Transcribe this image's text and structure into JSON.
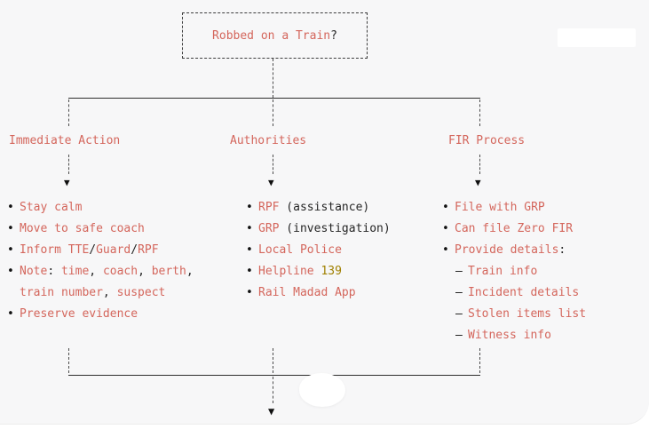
{
  "canvas": {
    "background": "#f7f7f8",
    "line_color": "#2e2e2e",
    "accent_red": "#d4665c",
    "accent_number": "#a08000",
    "text_dark": "#262626"
  },
  "icons": {
    "arrow_down": "▼"
  },
  "markers": {
    "bullet": "•",
    "dash": "–"
  },
  "decision": {
    "text": "Robbed on a Train",
    "punctuation": "?"
  },
  "branches": [
    {
      "id": "immediate-action",
      "label": "Immediate Action",
      "items": [
        {
          "marker": "bullet",
          "segments": [
            {
              "t": "Stay calm",
              "c": "red"
            }
          ]
        },
        {
          "marker": "bullet",
          "segments": [
            {
              "t": "Move to safe coach",
              "c": "red"
            }
          ]
        },
        {
          "marker": "bullet",
          "segments": [
            {
              "t": "Inform TTE",
              "c": "red"
            },
            {
              "t": "/",
              "c": "dark"
            },
            {
              "t": "Guard",
              "c": "red"
            },
            {
              "t": "/",
              "c": "dark"
            },
            {
              "t": "RPF",
              "c": "red"
            }
          ]
        },
        {
          "marker": "bullet",
          "segments": [
            {
              "t": "Note",
              "c": "red"
            },
            {
              "t": ": ",
              "c": "dark"
            },
            {
              "t": "time",
              "c": "red"
            },
            {
              "t": ", ",
              "c": "dark"
            },
            {
              "t": "coach",
              "c": "red"
            },
            {
              "t": ", ",
              "c": "dark"
            },
            {
              "t": "berth",
              "c": "red"
            },
            {
              "t": ",",
              "c": "dark"
            },
            {
              "br": true
            },
            {
              "t": "train number",
              "c": "red"
            },
            {
              "t": ", ",
              "c": "dark"
            },
            {
              "t": "suspect",
              "c": "red"
            }
          ]
        },
        {
          "marker": "bullet",
          "segments": [
            {
              "t": "Preserve evidence",
              "c": "red"
            }
          ]
        }
      ]
    },
    {
      "id": "authorities",
      "label": "Authorities",
      "items": [
        {
          "marker": "bullet",
          "segments": [
            {
              "t": "RPF",
              "c": "red"
            },
            {
              "t": " (assistance)",
              "c": "dark"
            }
          ]
        },
        {
          "marker": "bullet",
          "segments": [
            {
              "t": "GRP",
              "c": "red"
            },
            {
              "t": " (investigation)",
              "c": "dark"
            }
          ]
        },
        {
          "marker": "bullet",
          "segments": [
            {
              "t": "Local Police",
              "c": "red"
            }
          ]
        },
        {
          "marker": "bullet",
          "segments": [
            {
              "t": "Helpline ",
              "c": "red"
            },
            {
              "t": "139",
              "c": "num"
            }
          ]
        },
        {
          "marker": "bullet",
          "segments": [
            {
              "t": "Rail Madad App",
              "c": "red"
            }
          ]
        }
      ]
    },
    {
      "id": "fir-process",
      "label": "FIR Process",
      "items": [
        {
          "marker": "bullet",
          "segments": [
            {
              "t": "File with GRP",
              "c": "red"
            }
          ]
        },
        {
          "marker": "bullet",
          "segments": [
            {
              "t": "Can file Zero FIR",
              "c": "red"
            }
          ]
        },
        {
          "marker": "bullet",
          "segments": [
            {
              "t": "Provide details",
              "c": "red"
            },
            {
              "t": ":",
              "c": "dark"
            }
          ]
        },
        {
          "marker": "dash",
          "segments": [
            {
              "t": "Train info",
              "c": "red"
            }
          ]
        },
        {
          "marker": "dash",
          "segments": [
            {
              "t": "Incident details",
              "c": "red"
            }
          ]
        },
        {
          "marker": "dash",
          "segments": [
            {
              "t": "Stolen items list",
              "c": "red"
            }
          ]
        },
        {
          "marker": "dash",
          "segments": [
            {
              "t": "Witness info",
              "c": "red"
            }
          ]
        }
      ]
    }
  ]
}
